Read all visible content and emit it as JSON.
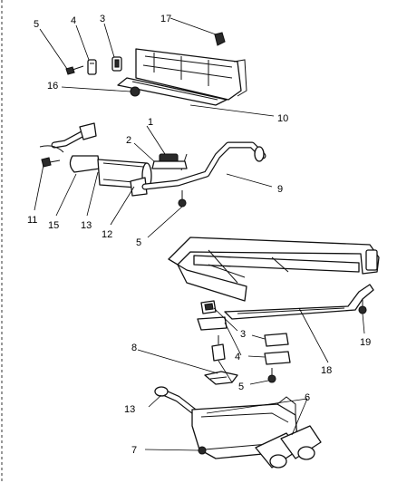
{
  "diagram": {
    "callouts": {
      "c5a": "5",
      "c4a": "4",
      "c3a": "3",
      "c17": "17",
      "c16": "16",
      "c10": "10",
      "c1": "1",
      "c2": "2",
      "c9": "9",
      "c11": "11",
      "c15": "15",
      "c13a": "13",
      "c12": "12",
      "c5b": "5",
      "c3b": "3",
      "c19": "19",
      "c4b": "4",
      "c18": "18",
      "c8": "8",
      "c5c": "5",
      "c6": "6",
      "c13b": "13",
      "c7": "7"
    }
  }
}
